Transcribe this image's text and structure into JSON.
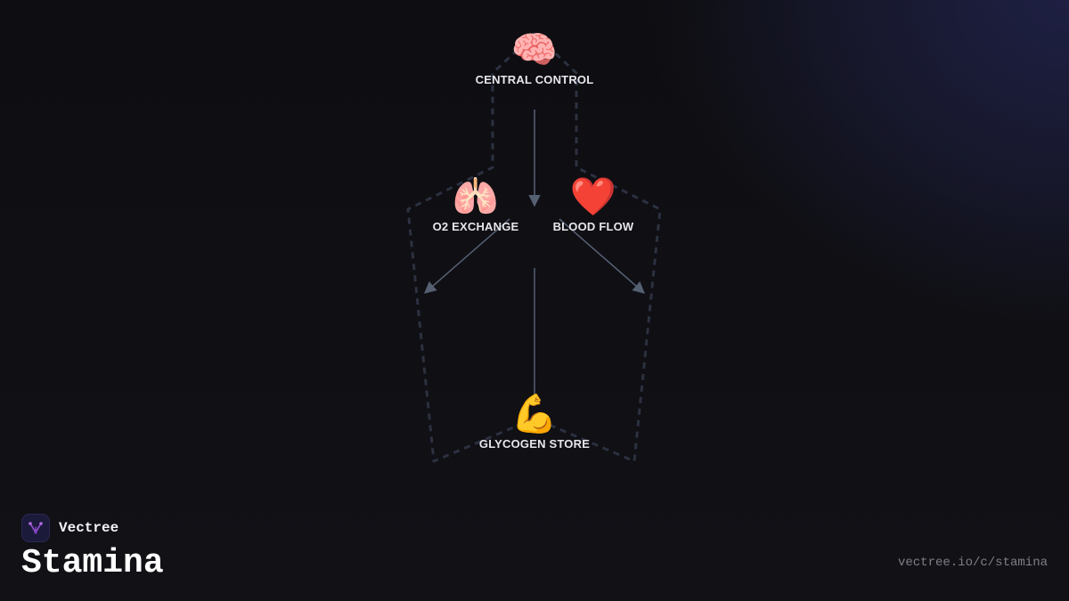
{
  "diagram": {
    "nodes": [
      {
        "id": "central",
        "emoji": "🧠",
        "icon": "brain-icon",
        "label": "CENTRAL CONTROL"
      },
      {
        "id": "o2",
        "emoji": "🫁",
        "icon": "lungs-icon",
        "label": "O2 EXCHANGE"
      },
      {
        "id": "blood",
        "emoji": "❤️",
        "icon": "heart-icon",
        "label": "BLOOD FLOW"
      },
      {
        "id": "glycogen",
        "emoji": "💪",
        "icon": "flexed-biceps-icon",
        "label": "GLYCOGEN STORE"
      }
    ],
    "colors": {
      "outline": "#2c3140",
      "arrow": "#566073",
      "label": "#e6e6ec"
    }
  },
  "brand": {
    "name": "Vectree",
    "logo_icon": "vectree-logo-icon",
    "accent": "#9b4fd8"
  },
  "page": {
    "title": "Stamina",
    "url": "vectree.io/c/stamina"
  }
}
